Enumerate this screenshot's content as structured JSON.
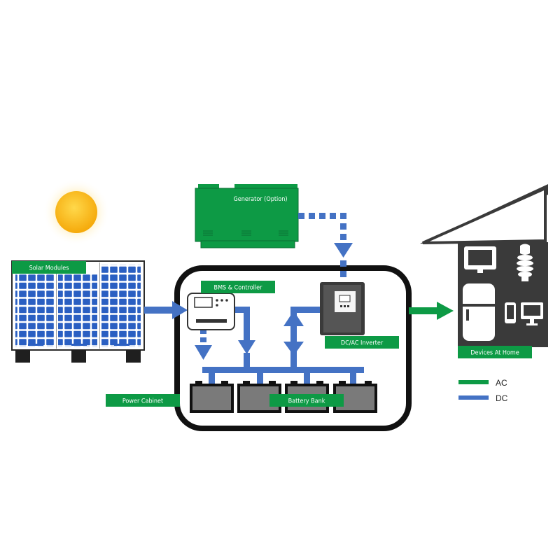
{
  "labels": {
    "solar_modules": "Solar Modules",
    "generator": "Generator (Option)",
    "bms_controller": "BMS & Controller",
    "inverter": "DC/AC Inverter",
    "power_cabinet": "Power Cabinet",
    "battery_bank": "Battery Bank",
    "devices_at_home": "Devices At Home"
  },
  "legend": {
    "ac": "AC",
    "dc": "DC"
  },
  "colors": {
    "green": "#0d9a45",
    "blue": "#4472c4",
    "dark": "#3a3a3a",
    "solar_cell": "#2a5fc2"
  }
}
